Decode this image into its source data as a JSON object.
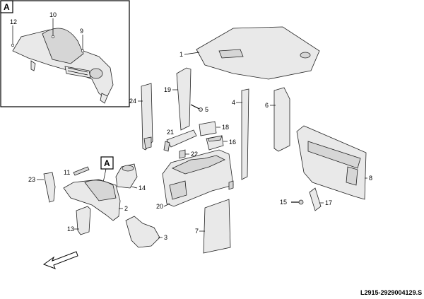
{
  "inset": {
    "tag": "A"
  },
  "callout_a": "A",
  "doc_ref": "L2915-2929004129.S",
  "part_numbers": {
    "p1": "1",
    "p2": "2",
    "p3": "3",
    "p4": "4",
    "p5": "5",
    "p6": "6",
    "p7": "7",
    "p8": "8",
    "p9": "9",
    "p10": "10",
    "p11": "11",
    "p12": "12",
    "p13": "13",
    "p14": "14",
    "p15": "15",
    "p16": "16",
    "p17": "17",
    "p18": "18",
    "p19": "19",
    "p20": "20",
    "p21": "21",
    "p22": "22",
    "p23": "23",
    "p24": "24"
  }
}
